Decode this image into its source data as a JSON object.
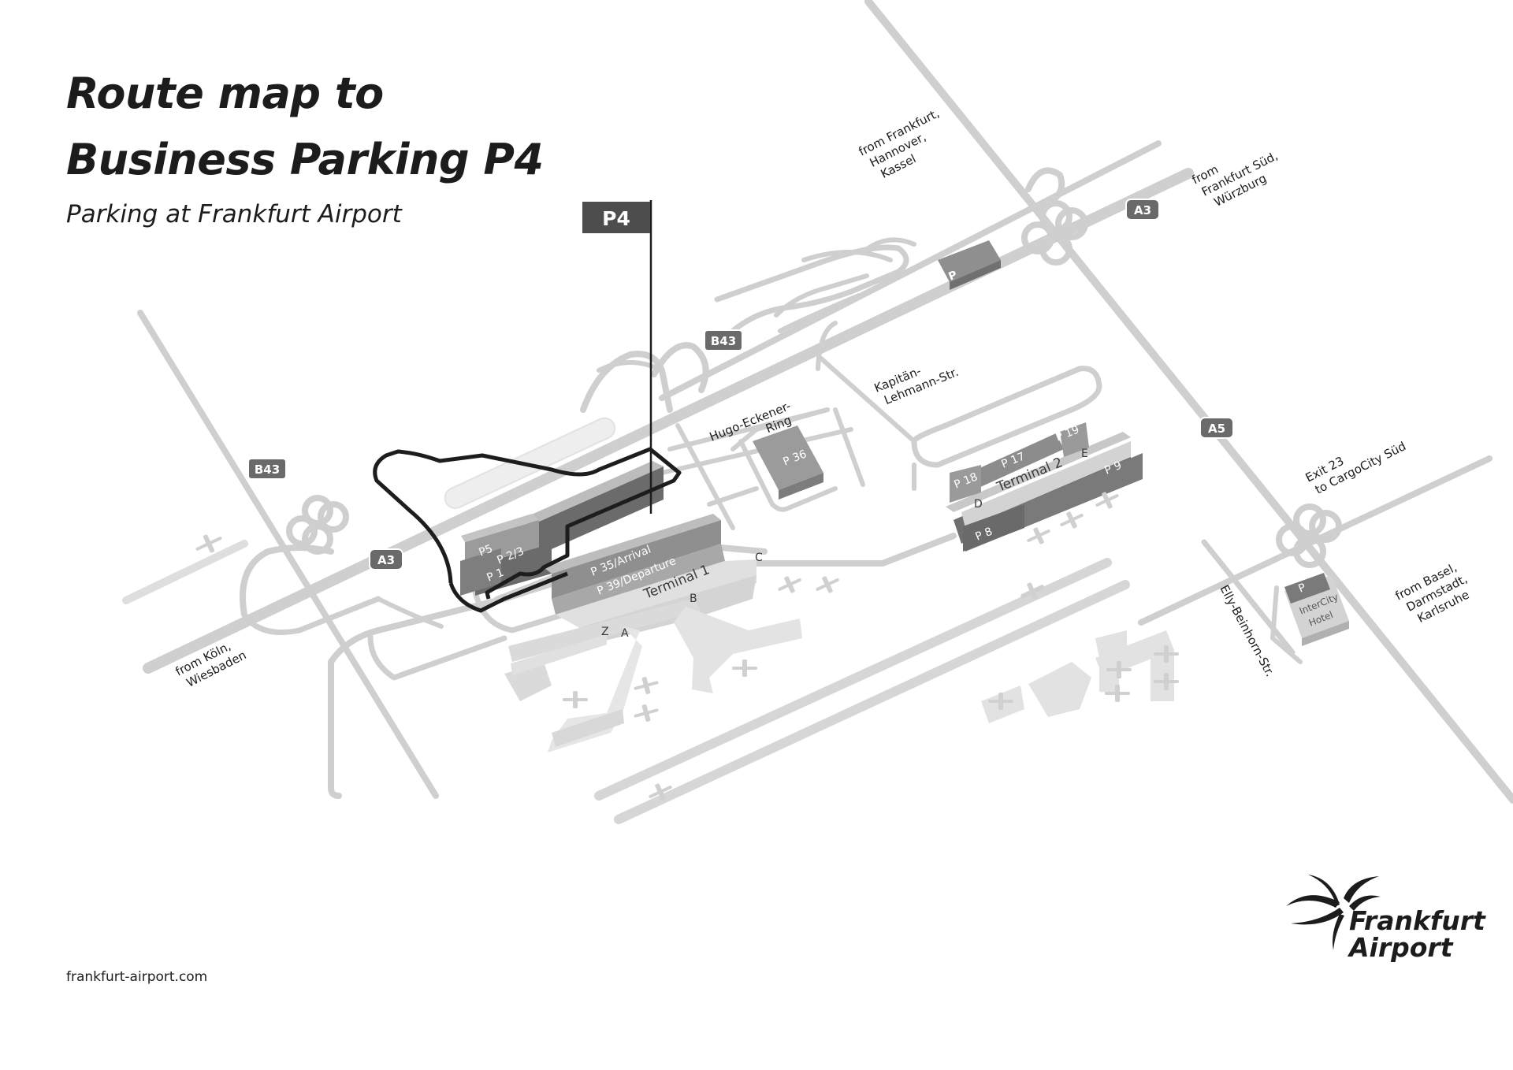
{
  "title": {
    "line1": "Route map to",
    "line2": "Business Parking P4",
    "subtitle": "Parking at Frankfurt Airport"
  },
  "footer": {
    "website": "frankfurt-airport.com"
  },
  "logo": {
    "line1": "Frankfurt",
    "line2": "Airport",
    "icon": "frankfurt-airport-logo-icon"
  },
  "flag": {
    "label": "P4"
  },
  "road_shields": {
    "a3_east": "A3",
    "a3_west": "A3",
    "a5": "A5",
    "b43_center": "B43",
    "b43_west": "B43"
  },
  "direction_labels": {
    "from_frankfurt_north": [
      "from Frankfurt,",
      "Hannover,",
      "Kassel"
    ],
    "from_frankfurt_sued": [
      "from",
      "Frankfurt Süd,",
      "Würzburg"
    ],
    "exit_23": [
      "Exit 23",
      "to CargoCity Süd"
    ],
    "from_basel": [
      "from Basel,",
      "Darmstadt,",
      "Karlsruhe"
    ],
    "from_koeln": [
      "from Köln,",
      "Wiesbaden"
    ]
  },
  "street_labels": {
    "kapitaen": [
      "Kapitän-",
      "Lehmann-Str."
    ],
    "hugo": [
      "Hugo-Eckener-",
      "Ring"
    ],
    "elly": "Elly-Beinhorn-Str."
  },
  "parking_labels": {
    "p": "P",
    "p4": "P4",
    "p5": "P5",
    "p23": "P 2/3",
    "p1": "P 1",
    "p35": "P 35/Arrival",
    "p39": "P 39/Departure",
    "p36": "P 36",
    "p17": "P 17",
    "p18": "P 18",
    "p19": "P 19",
    "p8": "P 8",
    "p9": "P 9",
    "hotel_p": "P",
    "hotel": [
      "InterCity",
      "Hotel"
    ]
  },
  "terminal_labels": {
    "terminal1": "Terminal 1",
    "terminal2": "Terminal 2",
    "pier_z": "Z",
    "pier_a": "A",
    "pier_b": "B",
    "pier_c": "C",
    "pier_d": "D",
    "pier_e": "E"
  }
}
